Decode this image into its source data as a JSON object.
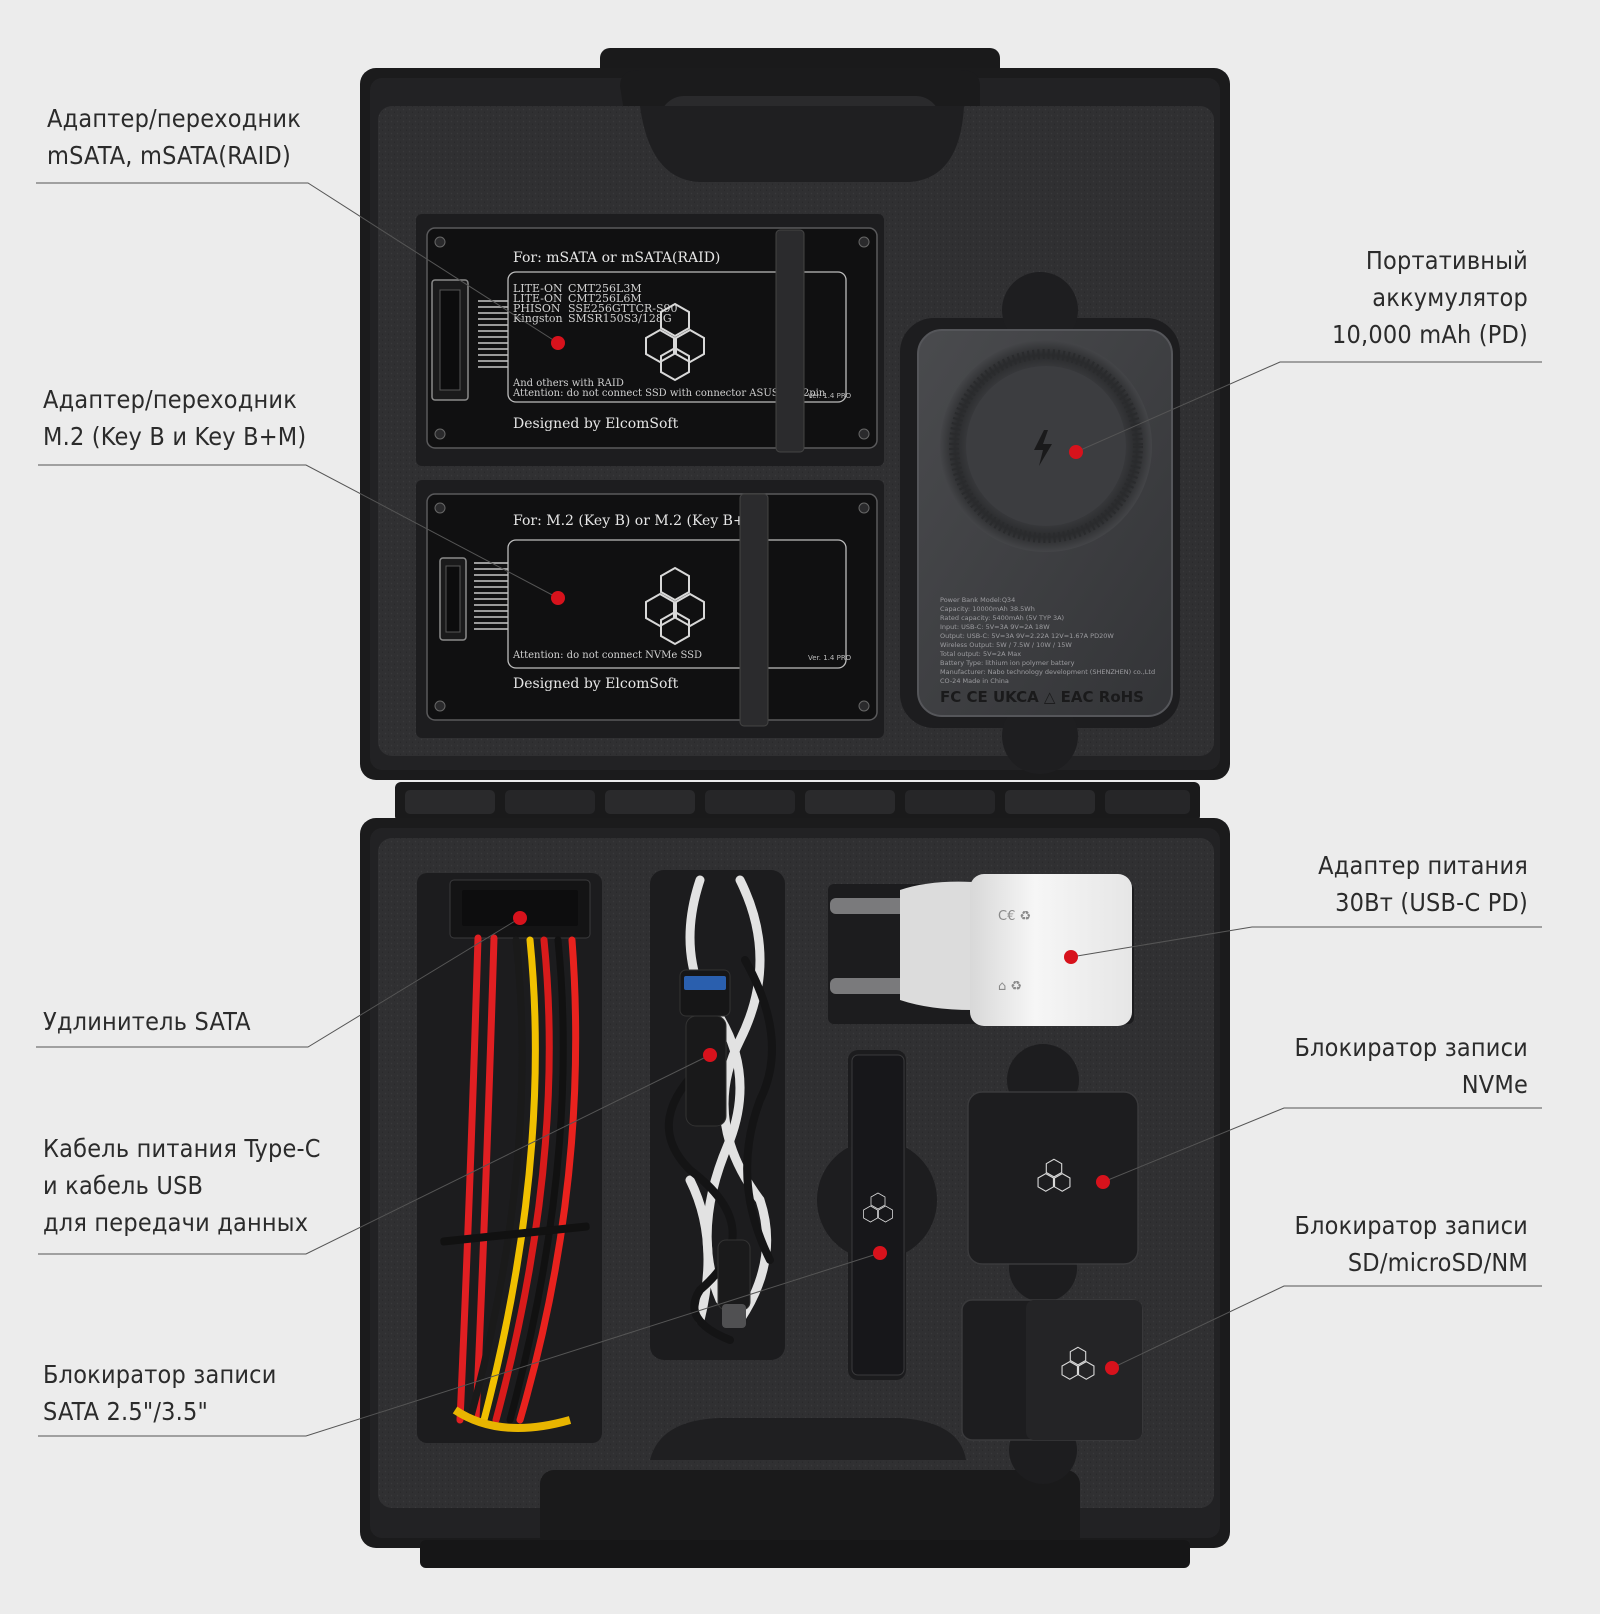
{
  "labels": {
    "msata": {
      "line1": "Адаптер/переходник",
      "line2": "mSATA, mSATA(RAID)"
    },
    "m2": {
      "line1": "Адаптер/переходник",
      "line2": "M.2 (Key B и Key B+M)"
    },
    "powerbank": {
      "line1": "Портативный",
      "line2": "аккумулятор",
      "line3": "10,000 mAh (PD)"
    },
    "charger": {
      "line1": "Адаптер питания",
      "line2": "30Вт (USB-C PD)"
    },
    "sata_ext": {
      "line1": "Удлинитель SATA"
    },
    "nvme_blocker": {
      "line1": "Блокиратор записи",
      "line2": "NVMe"
    },
    "cables": {
      "line1": "Кабель питания Type-C",
      "line2": "и кабель USB",
      "line3": "для передачи данных"
    },
    "sd_blocker": {
      "line1": "Блокиратор записи",
      "line2": "SD/microSD/NM"
    },
    "sata_blocker": {
      "line1": "Блокиратор записи",
      "line2": "SATA 2.5\"/3.5\""
    }
  },
  "board_msata": {
    "title": "For: mSATA or mSATA(RAID)",
    "list_brands": [
      "LITE-ON",
      "LITE-ON",
      "PHISON",
      "Kingston"
    ],
    "list_models": [
      "CMT256L3M",
      "CMT256L6M",
      "SSE256GTTCR-S90",
      "SMSR150S3/128G"
    ],
    "note1": "And others with RAID",
    "note2": "Attention: do not connect SSD with connector ASUS 6+12pin",
    "designed": "Designed by ElcomSoft",
    "version": "Ver. 1.4 PRO"
  },
  "board_m2": {
    "title": "For: M.2 (Key B) or M.2 (Key B+M)",
    "note": "Attention: do not connect NVMe SSD",
    "designed": "Designed by ElcomSoft",
    "version": "Ver. 1.4 PRO"
  },
  "powerbank": {
    "spec_lines": [
      "Power Bank  Model:Q34",
      "Capacity: 10000mAh 38.5Wh",
      "Rated capacity: 5400mAh (5V TYP 3A)",
      "Input: USB-C: 5V=3A  9V=2A  18W",
      "Output: USB-C: 5V=3A  9V=2.22A  12V=1.67A  PD20W",
      "Wireless Output: 5W / 7.5W / 10W / 15W",
      "Total output: 5V=2A Max",
      "Battery Type: lithium ion polymer battery",
      "Manufacturer: Nabo technology development (SHENZHEN) co.,Ltd",
      "CO-24          Made in China"
    ],
    "marks": "FC CE UKCA △ EAC RoHS"
  },
  "colors": {
    "background": "#ececec",
    "marker": "#d7121c",
    "case_dark": "#1c1c1d",
    "foam": "#2f2f31",
    "leader": "#555555",
    "label_text": "#2b2b2b"
  }
}
